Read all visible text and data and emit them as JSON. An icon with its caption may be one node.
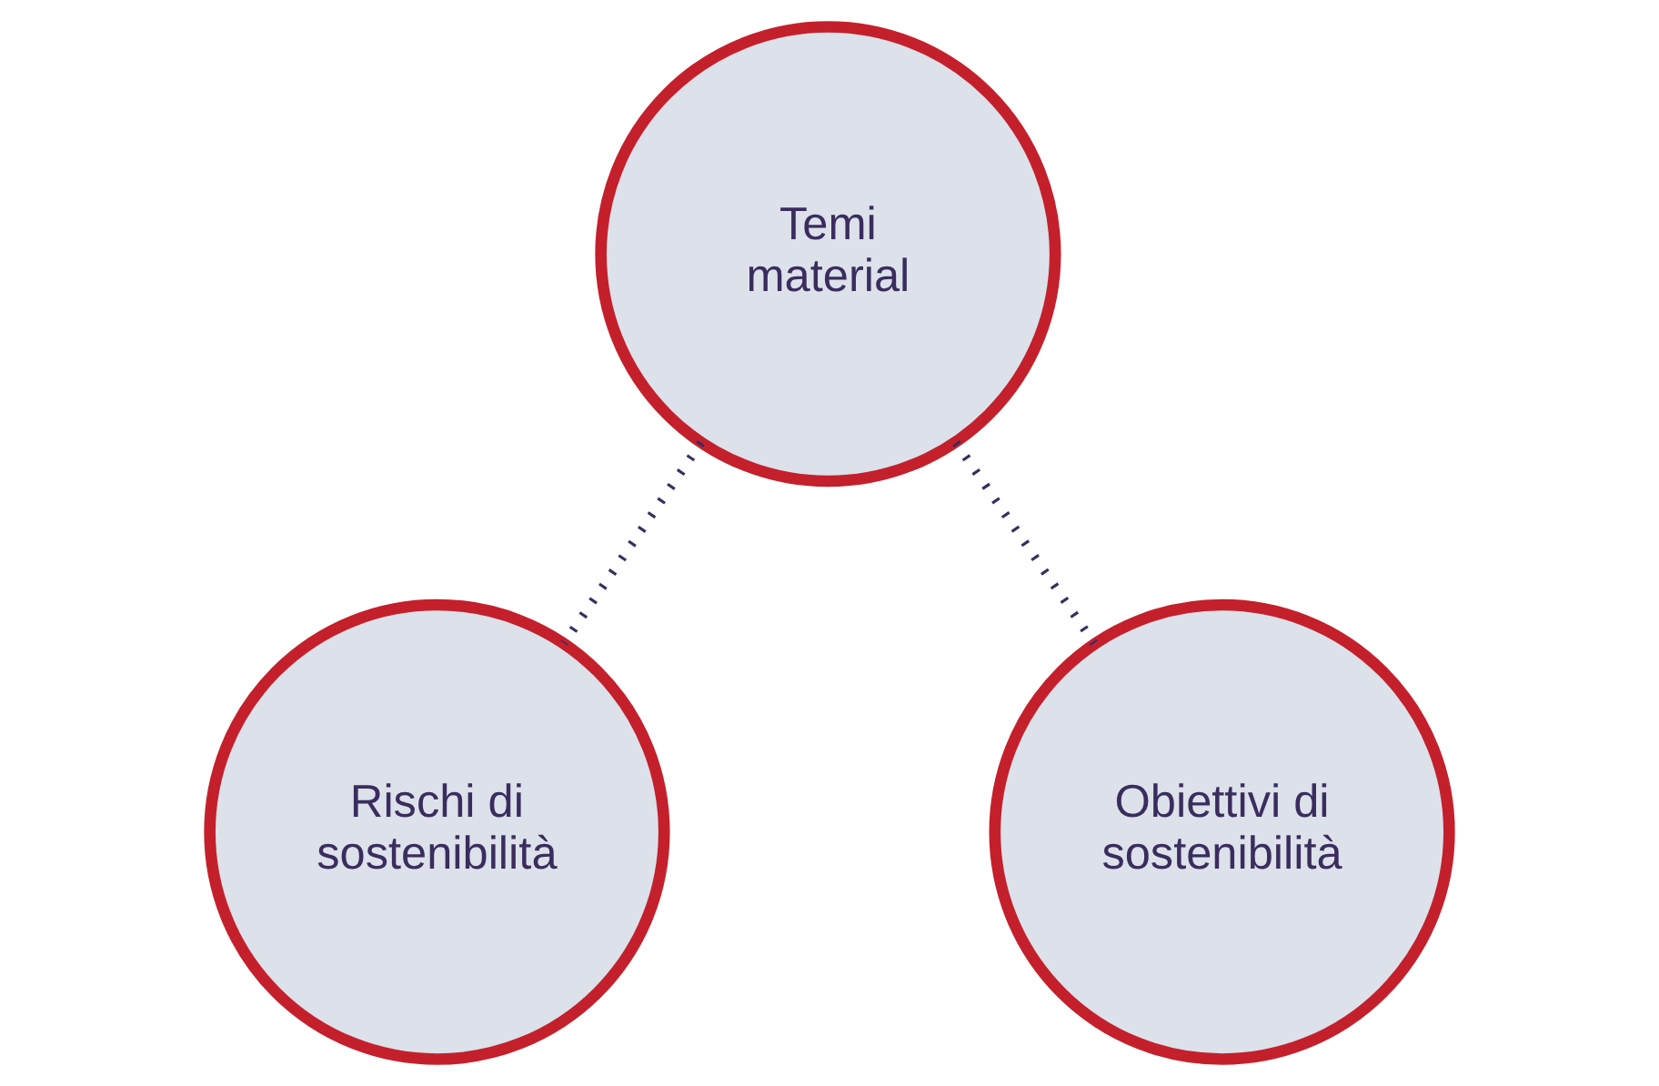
{
  "diagram": {
    "nodes": [
      {
        "text": [
          "Temi material"
        ]
      },
      {
        "text": [
          "Rischi di sostenibilità"
        ]
      },
      {
        "text": [
          "Obiettivi di sostenibilità"
        ]
      }
    ],
    "edges": [
      {
        "from": 0,
        "to": 1,
        "arrow": "none",
        "style": "dashed"
      },
      {
        "from": 0,
        "to": 2,
        "arrow": "none",
        "style": "dashed"
      }
    ]
  }
}
